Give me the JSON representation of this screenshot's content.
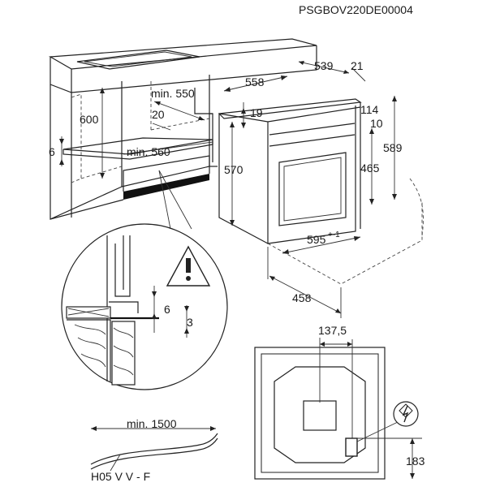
{
  "header": {
    "code": "PSGBOV220DE00004"
  },
  "cabinet": {
    "h600": "600",
    "min550": "min. 550",
    "d20": "20",
    "min560": "min. 560",
    "d6": "6"
  },
  "oven": {
    "w558": "558",
    "d539": "539",
    "d21": "21",
    "h19": "19",
    "h114": "114",
    "h10": "10",
    "h589": "589",
    "h570": "570",
    "h465": "465",
    "w595": "595",
    "tol": "+-1",
    "d458": "458"
  },
  "detail": {
    "d6": "6",
    "d3": "3"
  },
  "cable": {
    "min1500": "min. 1500",
    "type": "H05 V V - F"
  },
  "back": {
    "w137": "137,5",
    "h183": "183"
  }
}
